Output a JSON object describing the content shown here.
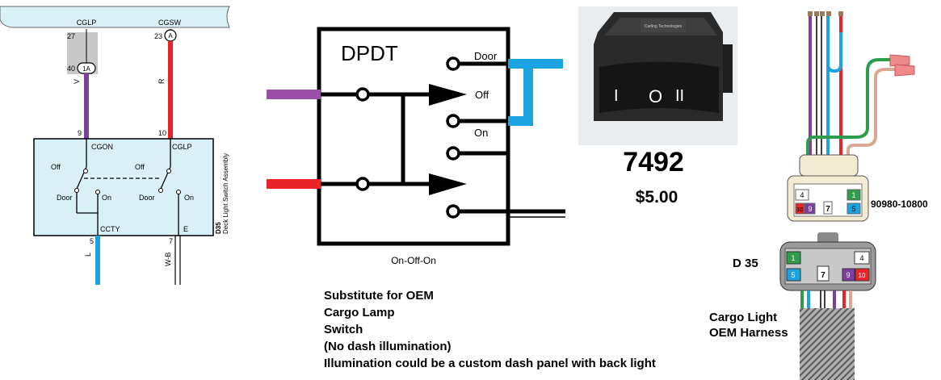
{
  "schematic": {
    "top_labels": {
      "left": "CGLP",
      "right": "CGSW"
    },
    "pins": {
      "p27": "27",
      "p23": "23",
      "p40": "40",
      "p9": "9",
      "p10": "10",
      "p5": "5",
      "p7": "7"
    },
    "connectors": {
      "c1a": "1A",
      "ca": "A"
    },
    "wire_colors": {
      "v": "V",
      "r": "R",
      "l": "L",
      "wb": "W-B"
    },
    "terminals": {
      "cgon": "CGON",
      "cglp": "CGLP",
      "ccty": "CCTY",
      "e": "E"
    },
    "switch_positions": {
      "off1": "Off",
      "off2": "Off",
      "door1": "Door",
      "door2": "Door",
      "on1": "On",
      "on2": "On"
    },
    "component_id": "D35",
    "component_name": "Deck Light Switch Assembly"
  },
  "dpdt": {
    "title": "DPDT",
    "positions": {
      "door": "Door",
      "off": "Off",
      "on": "On"
    },
    "caption": "On-Off-On"
  },
  "product": {
    "number": "7492",
    "price": "$5.00",
    "switch_face": {
      "left": "I",
      "middle": "O",
      "right": "II"
    },
    "switch_text": "Carling Technologies"
  },
  "notes": [
    "Substitute for OEM",
    "Cargo Lamp",
    "Switch",
    "(No dash illumination)",
    "Illumination could be a custom dash panel with back light"
  ],
  "harness": {
    "part_number": "90980-10800",
    "connector_label": "D 35",
    "top_pins": {
      "p4": "4",
      "p1": "1",
      "p9": "9",
      "p10": "10",
      "p5": "5",
      "p7": "7"
    },
    "bottom_pins": {
      "p1": "1",
      "p4": "4",
      "p5": "5",
      "p7": "7",
      "p9": "9",
      "p10": "10"
    },
    "label_lines": [
      "Cargo Light",
      "OEM Harness"
    ]
  },
  "colors": {
    "purple": "#7b3f9e",
    "red": "#e8232a",
    "blue": "#1ba3e0",
    "green": "#2e9c4a",
    "tan": "#d9a892",
    "pink": "#f08a8a",
    "header_blue": "#d9f0f7"
  }
}
